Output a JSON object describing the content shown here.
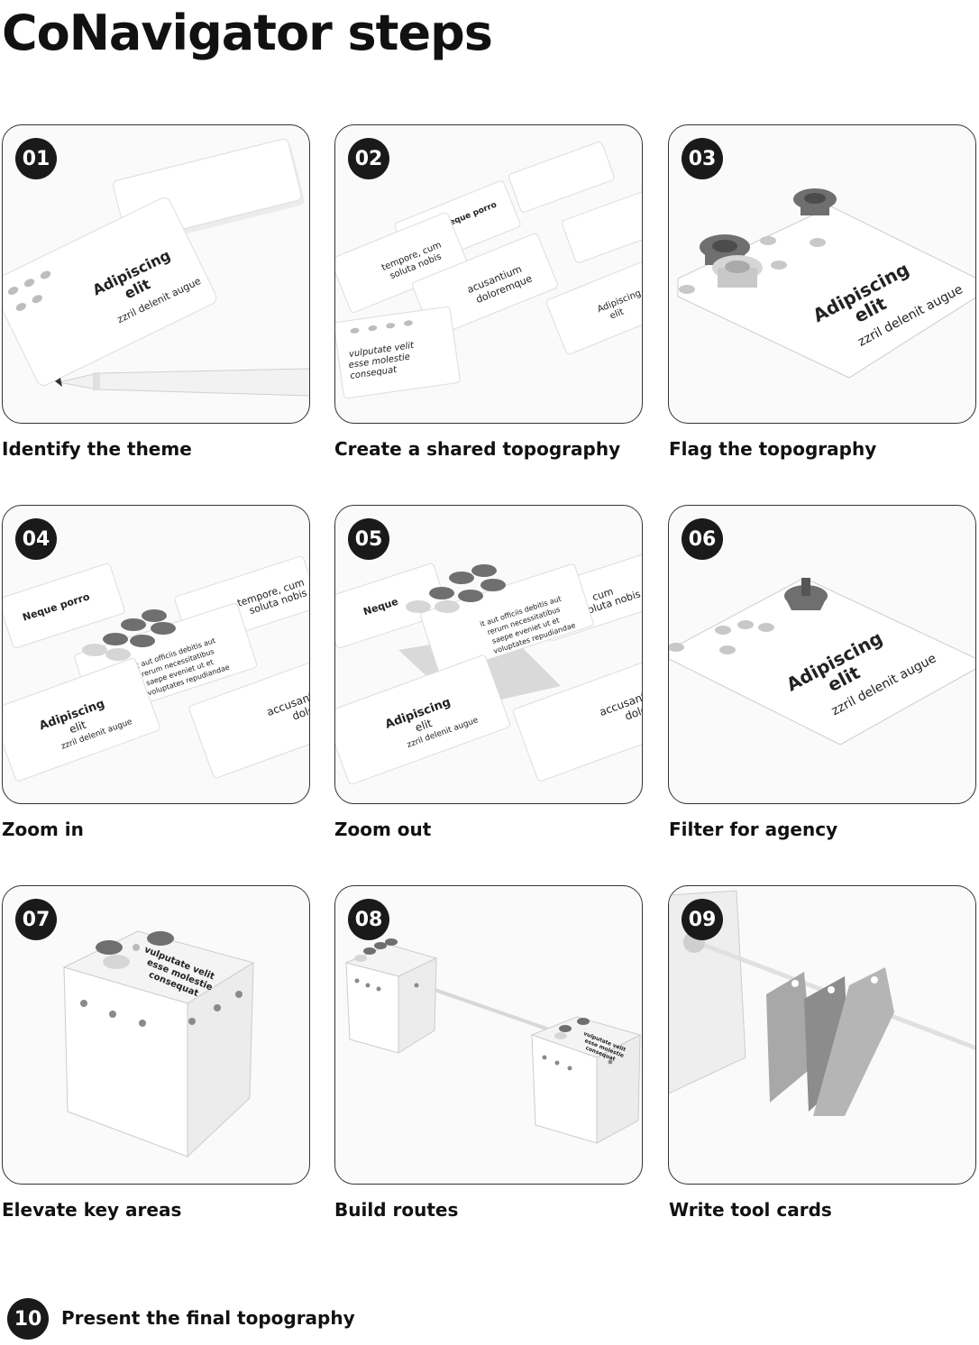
{
  "page": {
    "title": "CoNavigator steps"
  },
  "steps": [
    {
      "number": "01",
      "caption": "Identify the theme",
      "card_texts": [
        "Adipiscing",
        "elit",
        "zzril delenit augue"
      ]
    },
    {
      "number": "02",
      "caption": "Create a shared topography",
      "card_texts": [
        "tempore, cum",
        "soluta nobis",
        "acusantium",
        "doloremque",
        "Neque porro",
        "vulputate velit",
        "esse molestie",
        "consequat",
        "Adipiscing",
        "elit"
      ]
    },
    {
      "number": "03",
      "caption": "Flag the topography",
      "card_texts": [
        "Adipiscing",
        "elit",
        "zzril delenit augue"
      ]
    },
    {
      "number": "04",
      "caption": "Zoom in",
      "card_texts": [
        "Neque porro",
        "tempore, cum",
        "soluta nobis",
        "it aut officiis debitis aut",
        "rerum necessitatibus",
        "saepe eveniet ut et",
        "voluptates repudiandae",
        "Adipiscing",
        "elit",
        "zzril delenit augue",
        "accusantiu",
        "dolo"
      ]
    },
    {
      "number": "05",
      "caption": "Zoom out",
      "card_texts": [
        "Neque",
        "it aut officiis debitis aut",
        "rerum necessitatibus",
        "saepe eveniet ut et",
        "voluptates repudiandae",
        "cum",
        "soluta nobis",
        "Adipiscing",
        "elit",
        "zzril delenit augue",
        "accusantiu",
        "dolore"
      ]
    },
    {
      "number": "06",
      "caption": "Filter for agency",
      "card_texts": [
        "Adipiscing",
        "elit",
        "zzril delenit augue"
      ]
    },
    {
      "number": "07",
      "caption": "Elevate key areas",
      "card_texts": [
        "vulputate velit",
        "esse molestie",
        "consequat"
      ]
    },
    {
      "number": "08",
      "caption": "Build routes",
      "card_texts": [
        "vulputate velit",
        "esse molestie",
        "consequat"
      ]
    },
    {
      "number": "09",
      "caption": "Write tool cards",
      "card_texts": []
    }
  ],
  "final_step": {
    "number": "10",
    "label": "Present the final topography"
  },
  "colors": {
    "badge": "#1a1a1a",
    "border": "#333333",
    "peg_dark": "#6f6f6f",
    "peg_light": "#cfcfcf",
    "card": "#ffffff"
  },
  "icons": [
    "peg-icon",
    "pen-icon",
    "cube-icon",
    "tag-icon"
  ]
}
